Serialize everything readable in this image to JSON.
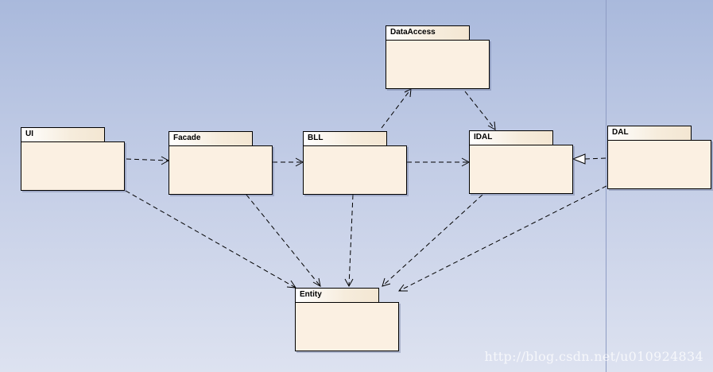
{
  "packages": {
    "ui": "UI",
    "facade": "Facade",
    "bll": "BLL",
    "dataaccess": "DataAccess",
    "idal": "IDAL",
    "dal": "DAL",
    "entity": "Entity"
  },
  "watermark": "http://blog.csdn.net/u010924834",
  "colors": {
    "package_fill": "#fbf0e2",
    "background_top": "#a9b9dc",
    "background_bottom": "#dde2f0"
  }
}
